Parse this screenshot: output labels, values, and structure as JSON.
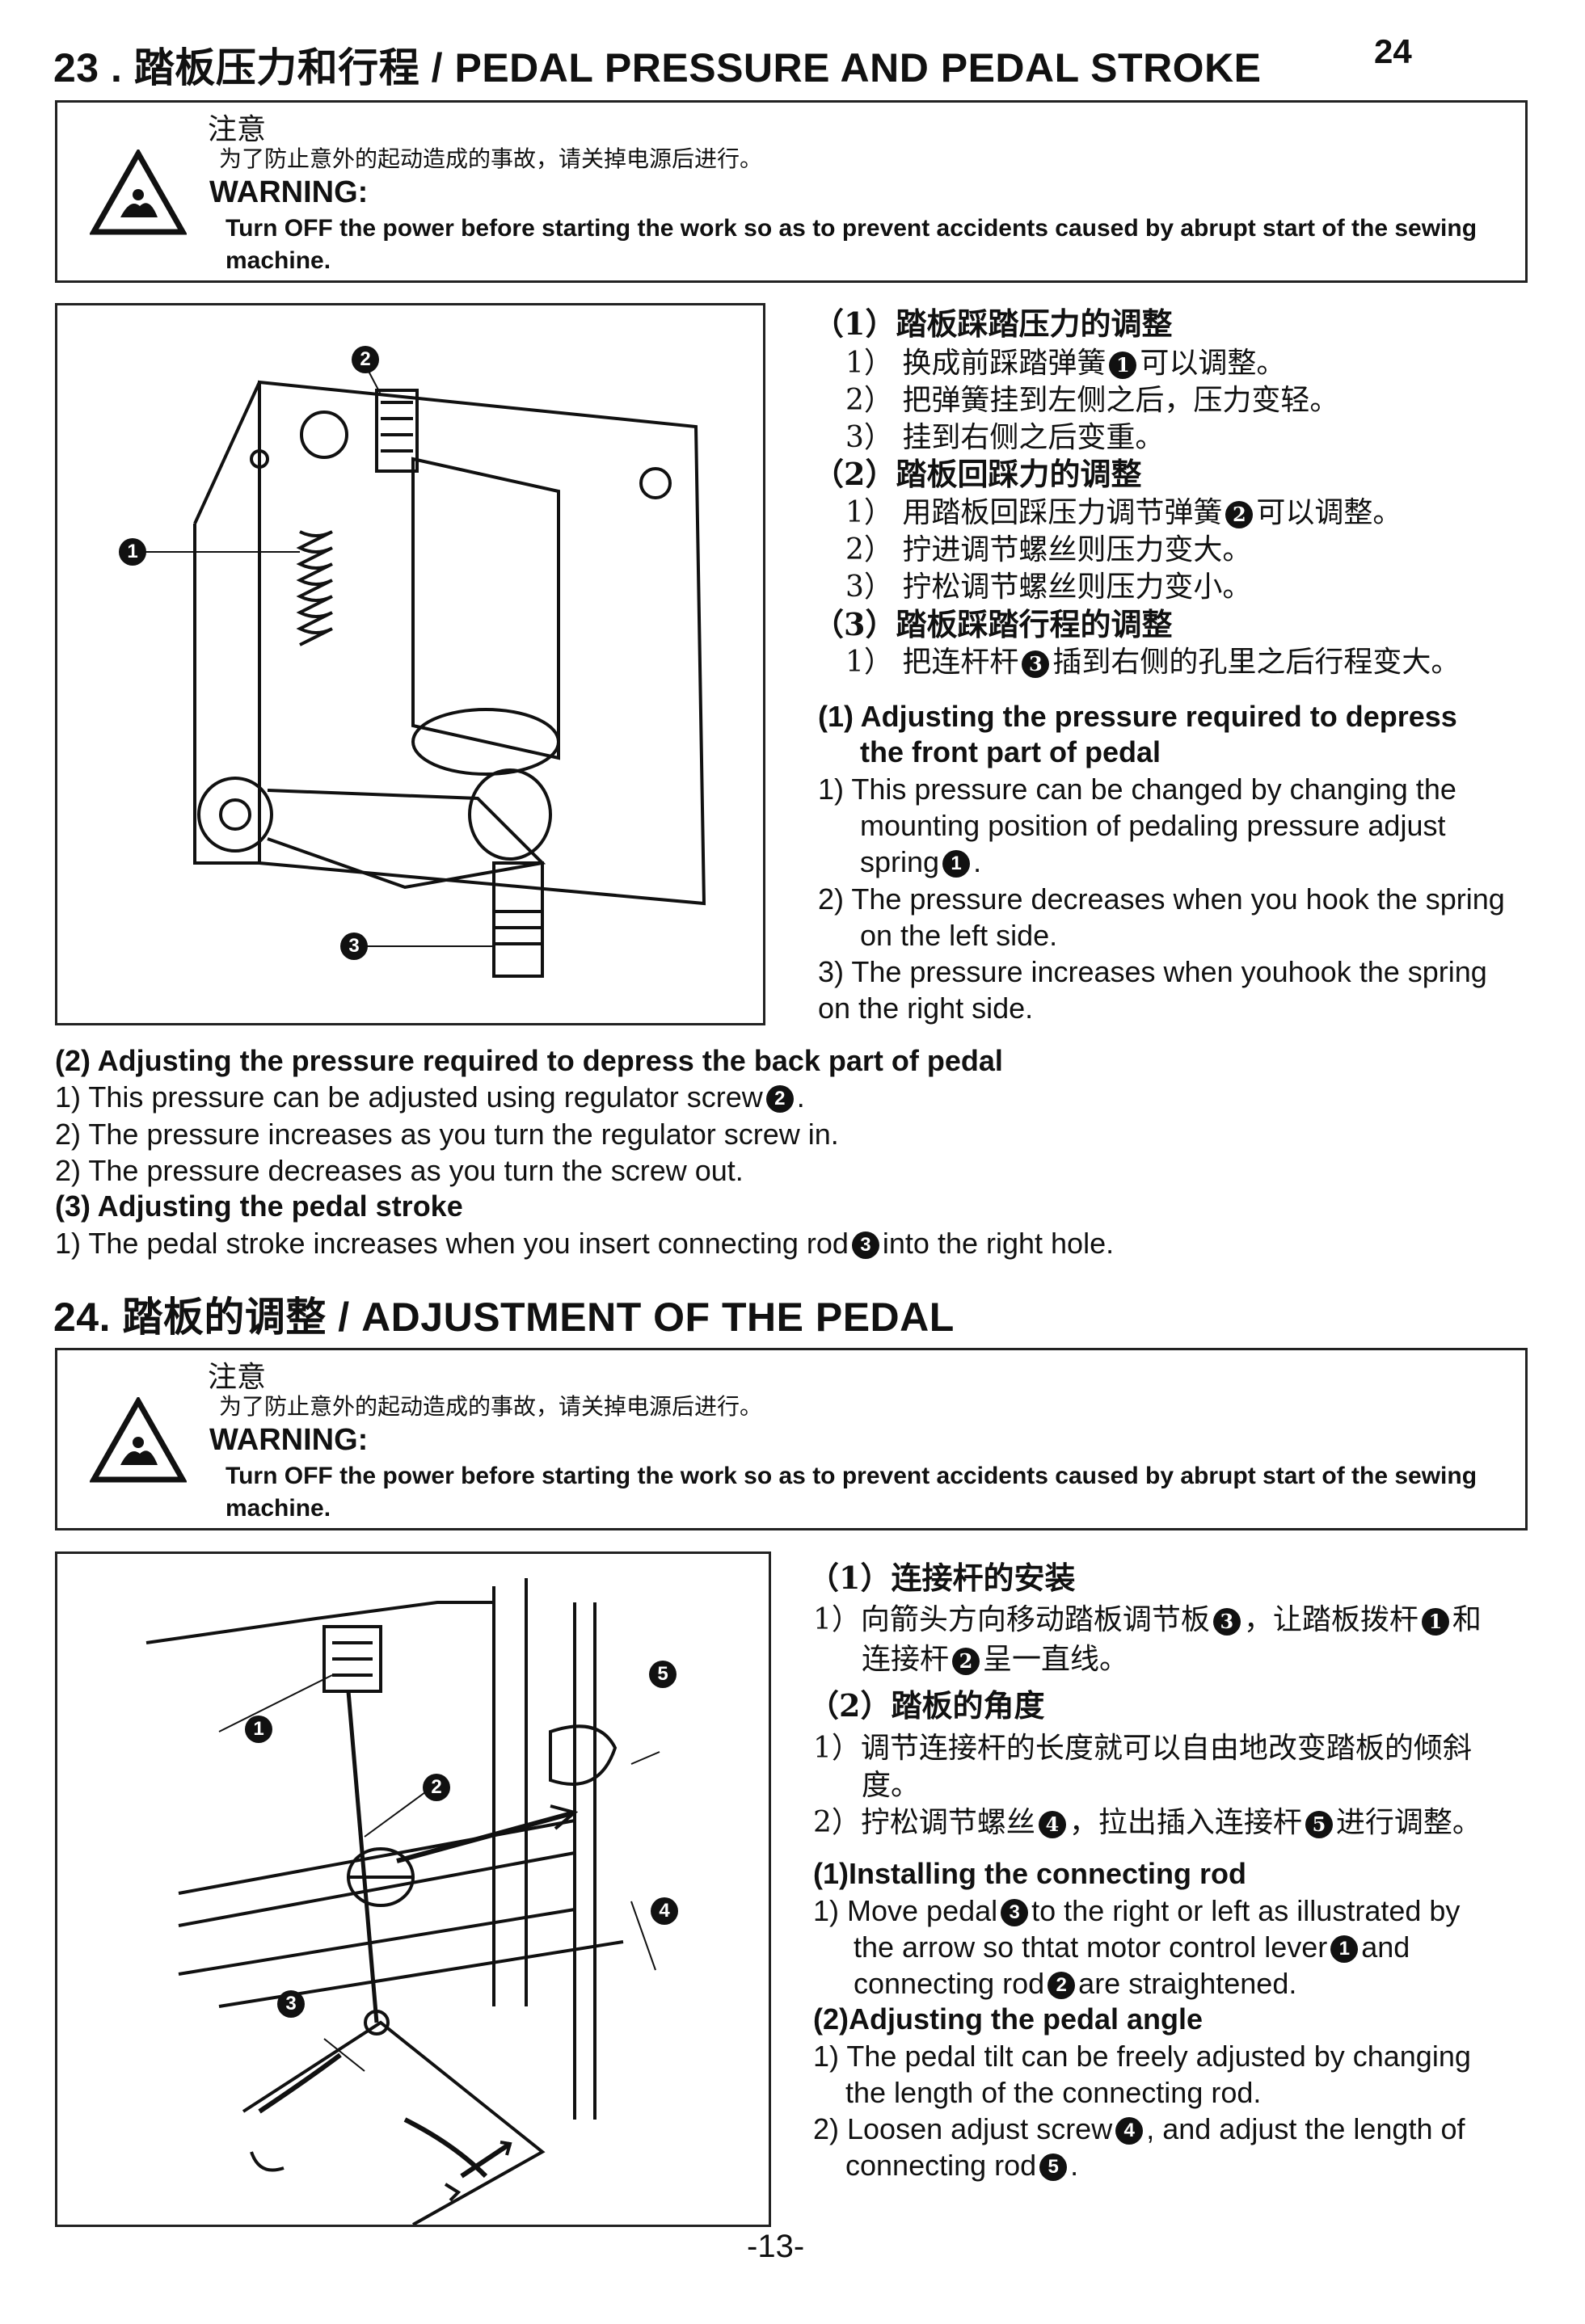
{
  "section23": {
    "title": "23 . 踏板压力和行程 / PEDAL PRESSURE AND PEDAL STROKE",
    "page_marker": "24"
  },
  "warning23": {
    "cn_title": "注意",
    "cn_text": "为了防止意外的起动造成的事故，请关掉电源后进行。",
    "en_title": "WARNING:",
    "en_text": "Turn OFF the power before starting the work so as to prevent accidents caused by abrupt start of the sewing machine."
  },
  "fig1": {
    "callouts": [
      "2",
      "1",
      "3"
    ]
  },
  "cn23": {
    "h1": "（1）踏板踩踏压力的调整",
    "i1_1a": "1） 换成前踩踏弹簧",
    "i1_1n": "1",
    "i1_1b": "可以调整。",
    "i1_2": "2） 把弹簧挂到左侧之后，压力变轻。",
    "i1_3": "3） 挂到右侧之后变重。",
    "h2": "（2）踏板回踩力的调整",
    "i2_1a": "1） 用踏板回踩压力调节弹簧",
    "i2_1n": "2",
    "i2_1b": "可以调整。",
    "i2_2": "2） 拧进调节螺丝则压力变大。",
    "i2_3": "3） 拧松调节螺丝则压力变小。",
    "h3": "（3）踏板踩踏行程的调整",
    "i3_1a": "1） 把连杆杆",
    "i3_1n": "3",
    "i3_1b": "插到右侧的孔里之后行程变大。"
  },
  "en23_right": {
    "h1_line1": "(1) Adjusting the pressure required to depress",
    "h1_line2": "the front part of pedal",
    "i1a": "1)  This pressure can be changed by changing the",
    "i1b": "mounting position of pedaling pressure adjust",
    "i1c": "spring",
    "i1n": "1",
    "i2a": "2)  The pressure decreases when you hook the spring",
    "i2b": "on the left side.",
    "i3a": "3)  The pressure  increases when youhook the spring",
    "i3b": "on the right side."
  },
  "en23_full": {
    "h2": "(2) Adjusting the pressure required to depress the back part of pedal",
    "i1": "1)  This pressure can be adjusted using regulator screw",
    "i1n": "2",
    "i2": "2)  The pressure increases as you turn the regulator screw in.",
    "i3": "2)  The pressure decreases as you turn the screw out.",
    "h3": "(3) Adjusting the pedal stroke",
    "i4a": "1)  The pedal stroke increases when you insert connecting rod",
    "i4n": "3",
    "i4b": "into the right hole."
  },
  "section24": {
    "title": "24. 踏板的调整 / ADJUSTMENT OF THE PEDAL"
  },
  "warning24": {
    "cn_title": "注意",
    "cn_text": "为了防止意外的起动造成的事故，请关掉电源后进行。",
    "en_title": "WARNING:",
    "en_text": "Turn OFF the power before starting the work so as to prevent accidents caused by abrupt start of the sewing machine."
  },
  "fig2": {
    "callouts": [
      "1",
      "2",
      "3",
      "4",
      "5"
    ]
  },
  "cn24": {
    "h1": "（1）连接杆的安装",
    "i1a": "1）向箭头方向移动踏板调节板",
    "i1n1": "3",
    "i1b": "，让踏板拨杆",
    "i1n2": "1",
    "i1c": "和",
    "i1d": "连接杆",
    "i1n3": "2",
    "i1e": "呈一直线。",
    "h2": "（2）踏板的角度",
    "i2a": "1）调节连接杆的长度就可以自由地改变踏板的倾斜",
    "i2b": "度。",
    "i3a": "2）拧松调节螺丝",
    "i3n1": "4",
    "i3b": "，拉出插入连接杆",
    "i3n2": "5",
    "i3c": "进行调整。"
  },
  "en24": {
    "h1": "(1)Installing the connecting rod",
    "i1a": "1)  Move  pedal",
    "i1n1": "3",
    "i1b": "to the right  or left  as illustrated by",
    "i1c": "the  arrow   so  thtat   motor  control   lever",
    "i1n2": "1",
    "i1d": "and",
    "i1e": "connecting rod",
    "i1n3": "2",
    "i1f": "are straightened.",
    "h2": "(2)Adjusting the pedal angle",
    "i2a": "1) The  pedal  tilt  can be  freely adjusted  by changing",
    "i2b": "the length of the connecting rod.",
    "i3a": "2) Loosen  adjust  screw",
    "i3n1": "4",
    "i3b": ", and  adjust  the  length of",
    "i3c": "connecting rod",
    "i3n2": "5",
    "i3d": "."
  },
  "footer": {
    "page": "-13-"
  }
}
